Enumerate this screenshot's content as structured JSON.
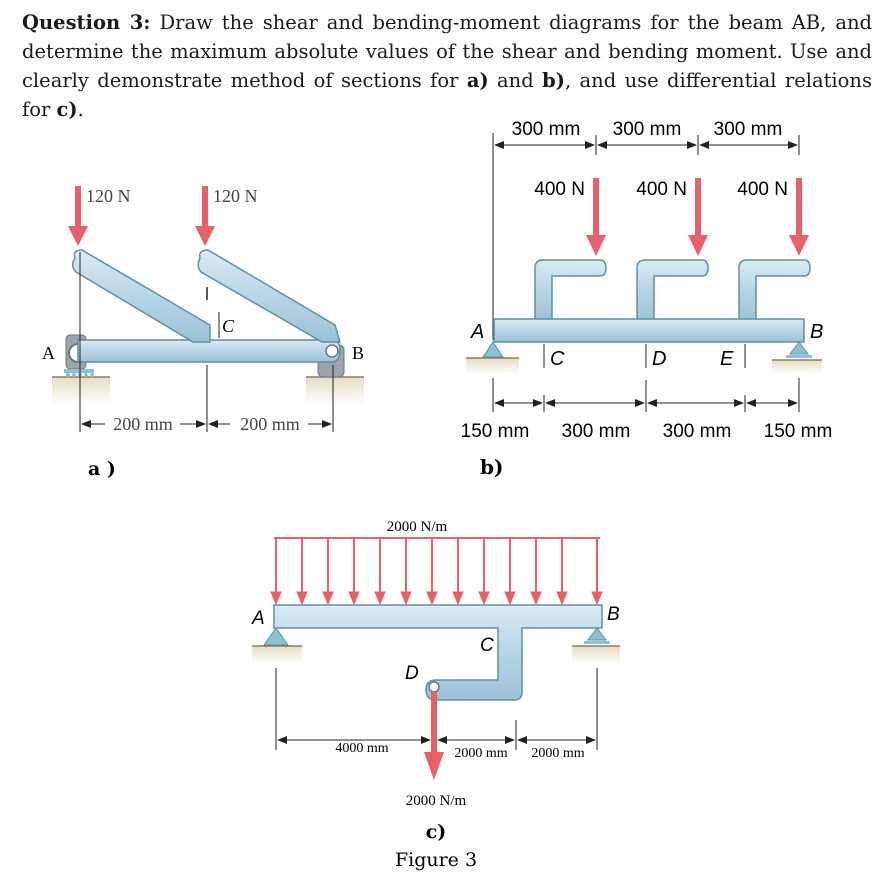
{
  "question": {
    "label": "Question 3:",
    "text_1": " Draw the shear and bending-moment diagrams for the beam AB, and determine the maximum absolute values of the shear and bending moment. Use and clearly demonstrate method of sections for ",
    "part_a": "a)",
    "text_2": " and ",
    "part_b": "b)",
    "text_3": ", and use differential relations for ",
    "part_c": "c)",
    "text_4": "."
  },
  "figure_a": {
    "load_1": "120 N",
    "load_2": "120 N",
    "point_a": "A",
    "point_b": "B",
    "point_c": "C",
    "dim_1": "200 mm",
    "dim_2": "200 mm",
    "caption": "a )"
  },
  "figure_b": {
    "top_dim_1": "300 mm",
    "top_dim_2": "300 mm",
    "top_dim_3": "300 mm",
    "load_1": "400 N",
    "load_2": "400 N",
    "load_3": "400 N",
    "point_a": "A",
    "point_b": "B",
    "point_c": "C",
    "point_d": "D",
    "point_e": "E",
    "bottom_dim_1": "150 mm",
    "bottom_dim_2": "300 mm",
    "bottom_dim_3": "300 mm",
    "bottom_dim_4": "150 mm",
    "caption": "b)"
  },
  "figure_c": {
    "distributed_load": "2000 N/m",
    "point_a": "A",
    "point_b": "B",
    "point_c": "C",
    "point_d": "D",
    "dim_1": "4000 mm",
    "dim_2": "2000 mm",
    "dim_3": "2000 mm",
    "point_load": "2000 N/m",
    "caption": "c)"
  },
  "figure_caption": "Figure 3",
  "colors": {
    "beam_fill": "#b7d6e6",
    "beam_stroke": "#5f8fa8",
    "load_arrow": "#e8606a",
    "ground": "#d8c9a8",
    "dim_line": "#222222"
  }
}
